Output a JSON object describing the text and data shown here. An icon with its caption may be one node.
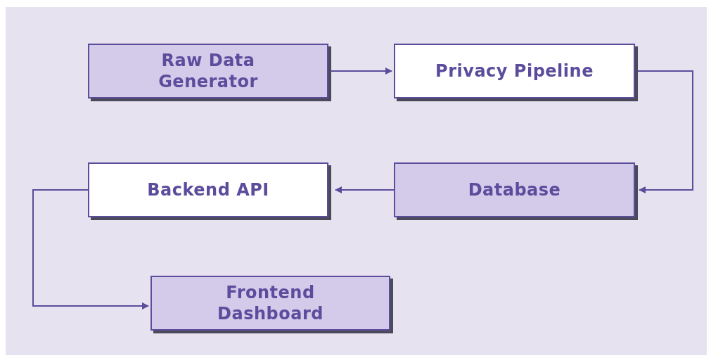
{
  "diagram": {
    "nodes": [
      {
        "text": [
          "Raw Data Generator"
        ]
      },
      {
        "text": [
          "Privacy Pipeline"
        ]
      },
      {
        "text": [
          "Database"
        ]
      },
      {
        "text": [
          "Backend API"
        ]
      },
      {
        "text": [
          "Frontend Dashboard"
        ]
      }
    ],
    "edges": [
      {
        "from": 0,
        "to": 1,
        "arrow": "to"
      },
      {
        "from": 1,
        "to": 2,
        "arrow": "to"
      },
      {
        "from": 2,
        "to": 3,
        "arrow": "to"
      },
      {
        "from": 3,
        "to": 4,
        "arrow": "to"
      }
    ]
  }
}
